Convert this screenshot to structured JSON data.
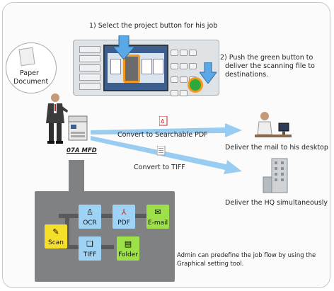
{
  "steps": {
    "step1": "1) Select the project button for his job",
    "step2_line1": "2) Push the green button to",
    "step2_line2": "deliver the scanning file to",
    "step2_line3": "destinations."
  },
  "bubble": {
    "line1": "Paper",
    "line2": "Document"
  },
  "device_label": "07A MFD",
  "conversions": {
    "pdf": "Convert to Searchable PDF",
    "tiff": "Convert to TIFF"
  },
  "destinations": {
    "desktop": "Deliver the mail to his desktop",
    "hq": "Deliver the HQ simultaneously"
  },
  "flow_nodes": {
    "scan": "Scan",
    "ocr": "OCR",
    "pdf": "PDF",
    "email": "E-mail",
    "tiff": "TIFF",
    "folder": "Folder"
  },
  "admin_note": {
    "line1": "Admin can predefine the job flow by using the",
    "line2": "Graphical setting tool."
  },
  "colors": {
    "arrow_blue": "#5aa9e6",
    "highlight_orange": "#f39a1e",
    "green_button": "#2eaa3c",
    "node_blue": "#9fd3f5",
    "node_yellow": "#f5df2a",
    "node_green": "#9de04a"
  }
}
